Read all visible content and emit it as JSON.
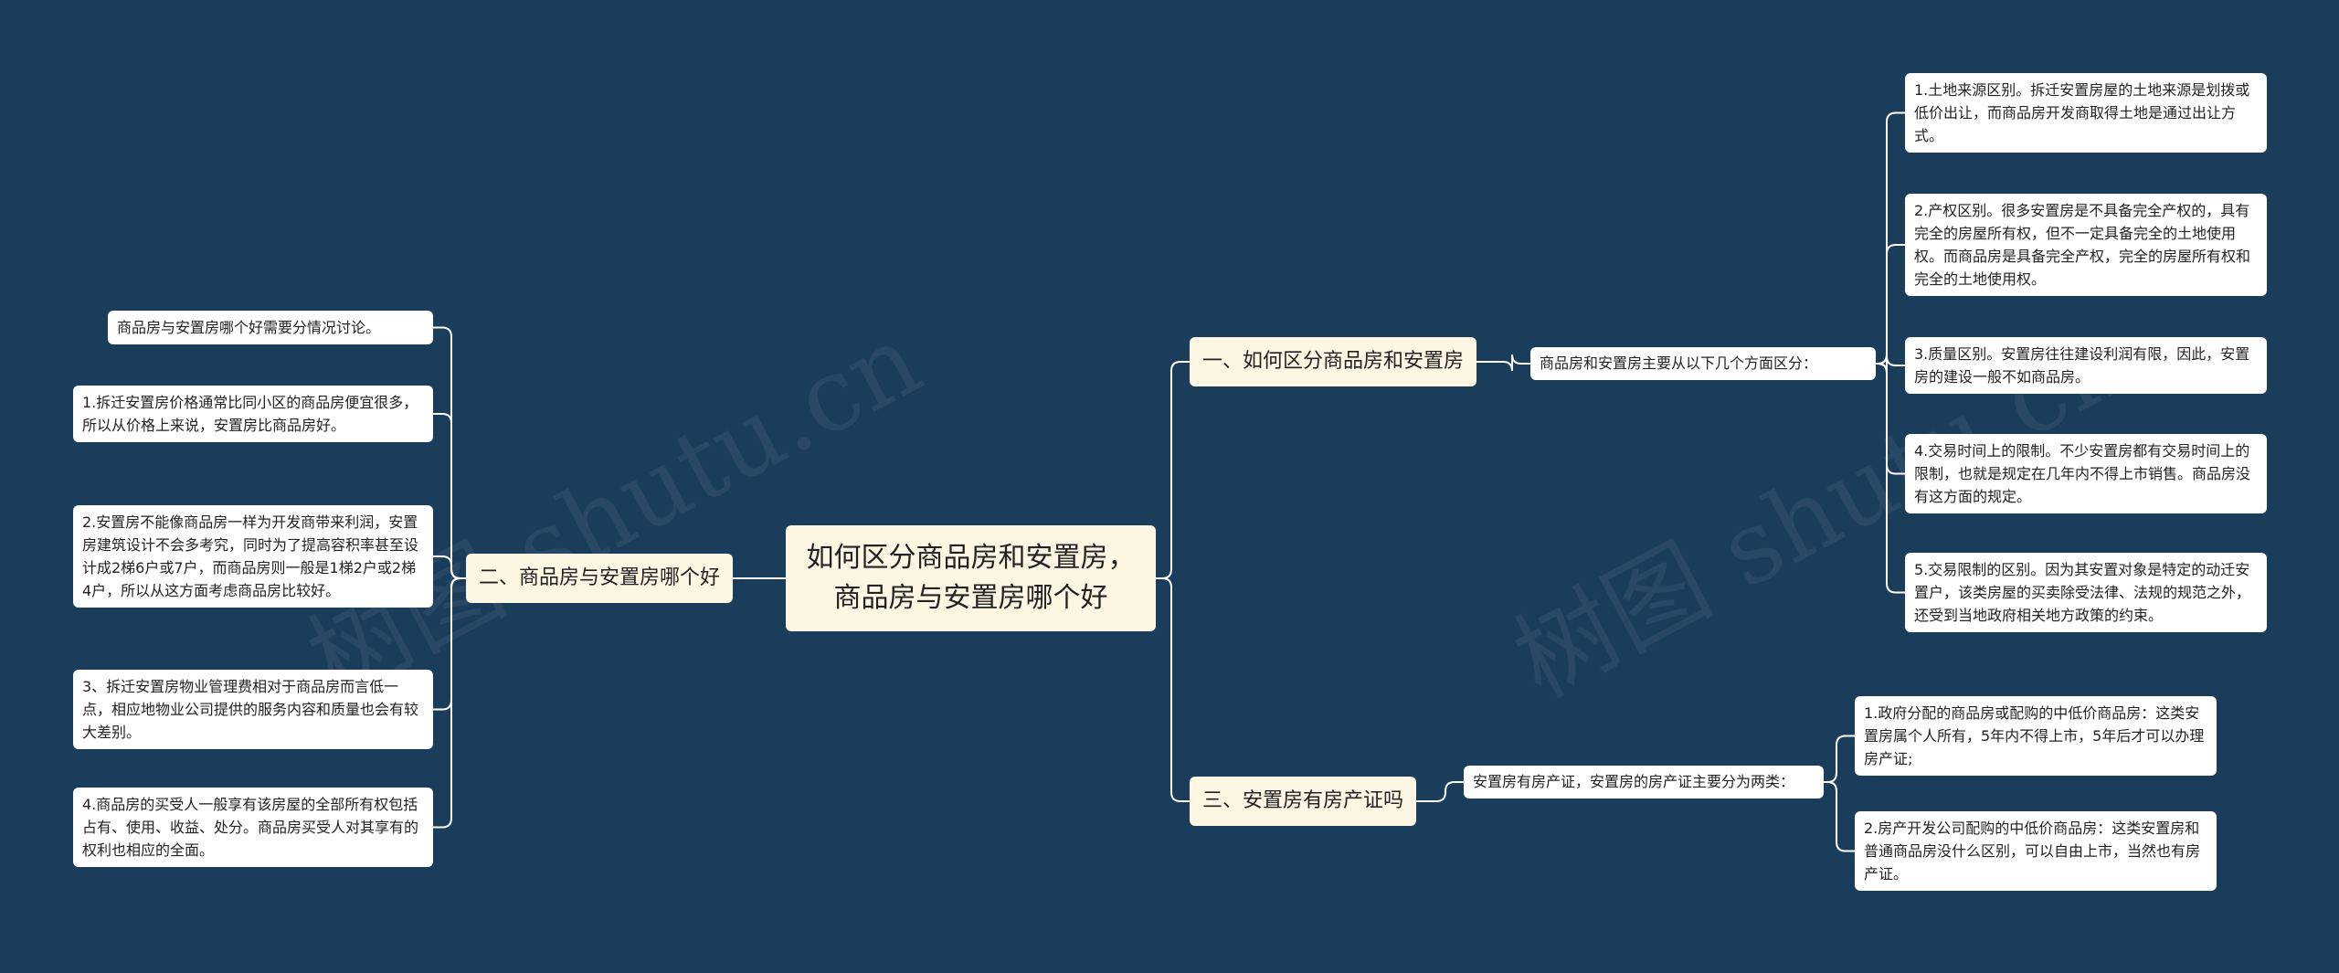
{
  "colors": {
    "background": "#1b3d5c",
    "line": "#ffffff",
    "central_fill": "#fdf6e3",
    "leaf_fill": "#ffffff"
  },
  "watermark": "树图 shutu.cn",
  "central": "如何区分商品房和安置房，商品房与安置房哪个好",
  "branches": {
    "b1": {
      "label": "一、如何区分商品房和安置房",
      "sub": "商品房和安置房主要从以下几个方面区分：",
      "leaves": [
        "1.土地来源区别。拆迁安置房屋的土地来源是划拨或低价出让，而商品房开发商取得土地是通过出让方式。",
        "2.产权区别。很多安置房是不具备完全产权的，具有完全的房屋所有权，但不一定具备完全的土地使用权。而商品房是具备完全产权，完全的房屋所有权和完全的土地使用权。",
        "3.质量区别。安置房往往建设利润有限，因此，安置房的建设一般不如商品房。",
        "4.交易时间上的限制。不少安置房都有交易时间上的限制，也就是规定在几年内不得上市销售。商品房没有这方面的规定。",
        "5.交易限制的区别。因为其安置对象是特定的动迁安置户，该类房屋的买卖除受法律、法规的规范之外，还受到当地政府相关地方政策的约束。"
      ]
    },
    "b2": {
      "label": "二、商品房与安置房哪个好",
      "leaves": [
        "商品房与安置房哪个好需要分情况讨论。",
        "1.拆迁安置房价格通常比同小区的商品房便宜很多，所以从价格上来说，安置房比商品房好。",
        "2.安置房不能像商品房一样为开发商带来利润，安置房建筑设计不会多考究，同时为了提高容积率甚至设计成2梯6户或7户，而商品房则一般是1梯2户或2梯4户，所以从这方面考虑商品房比较好。",
        "3、拆迁安置房物业管理费相对于商品房而言低一点，相应地物业公司提供的服务内容和质量也会有较大差别。",
        "4.商品房的买受人一般享有该房屋的全部所有权包括占有、使用、收益、处分。商品房买受人对其享有的权利也相应的全面。"
      ]
    },
    "b3": {
      "label": "三、安置房有房产证吗",
      "sub": "安置房有房产证，安置房的房产证主要分为两类：",
      "leaves": [
        "1.政府分配的商品房或配购的中低价商品房：这类安置房属个人所有，5年内不得上市，5年后才可以办理房产证;",
        "2.房产开发公司配购的中低价商品房：这类安置房和普通商品房没什么区别，可以自由上市，当然也有房产证。"
      ]
    }
  }
}
